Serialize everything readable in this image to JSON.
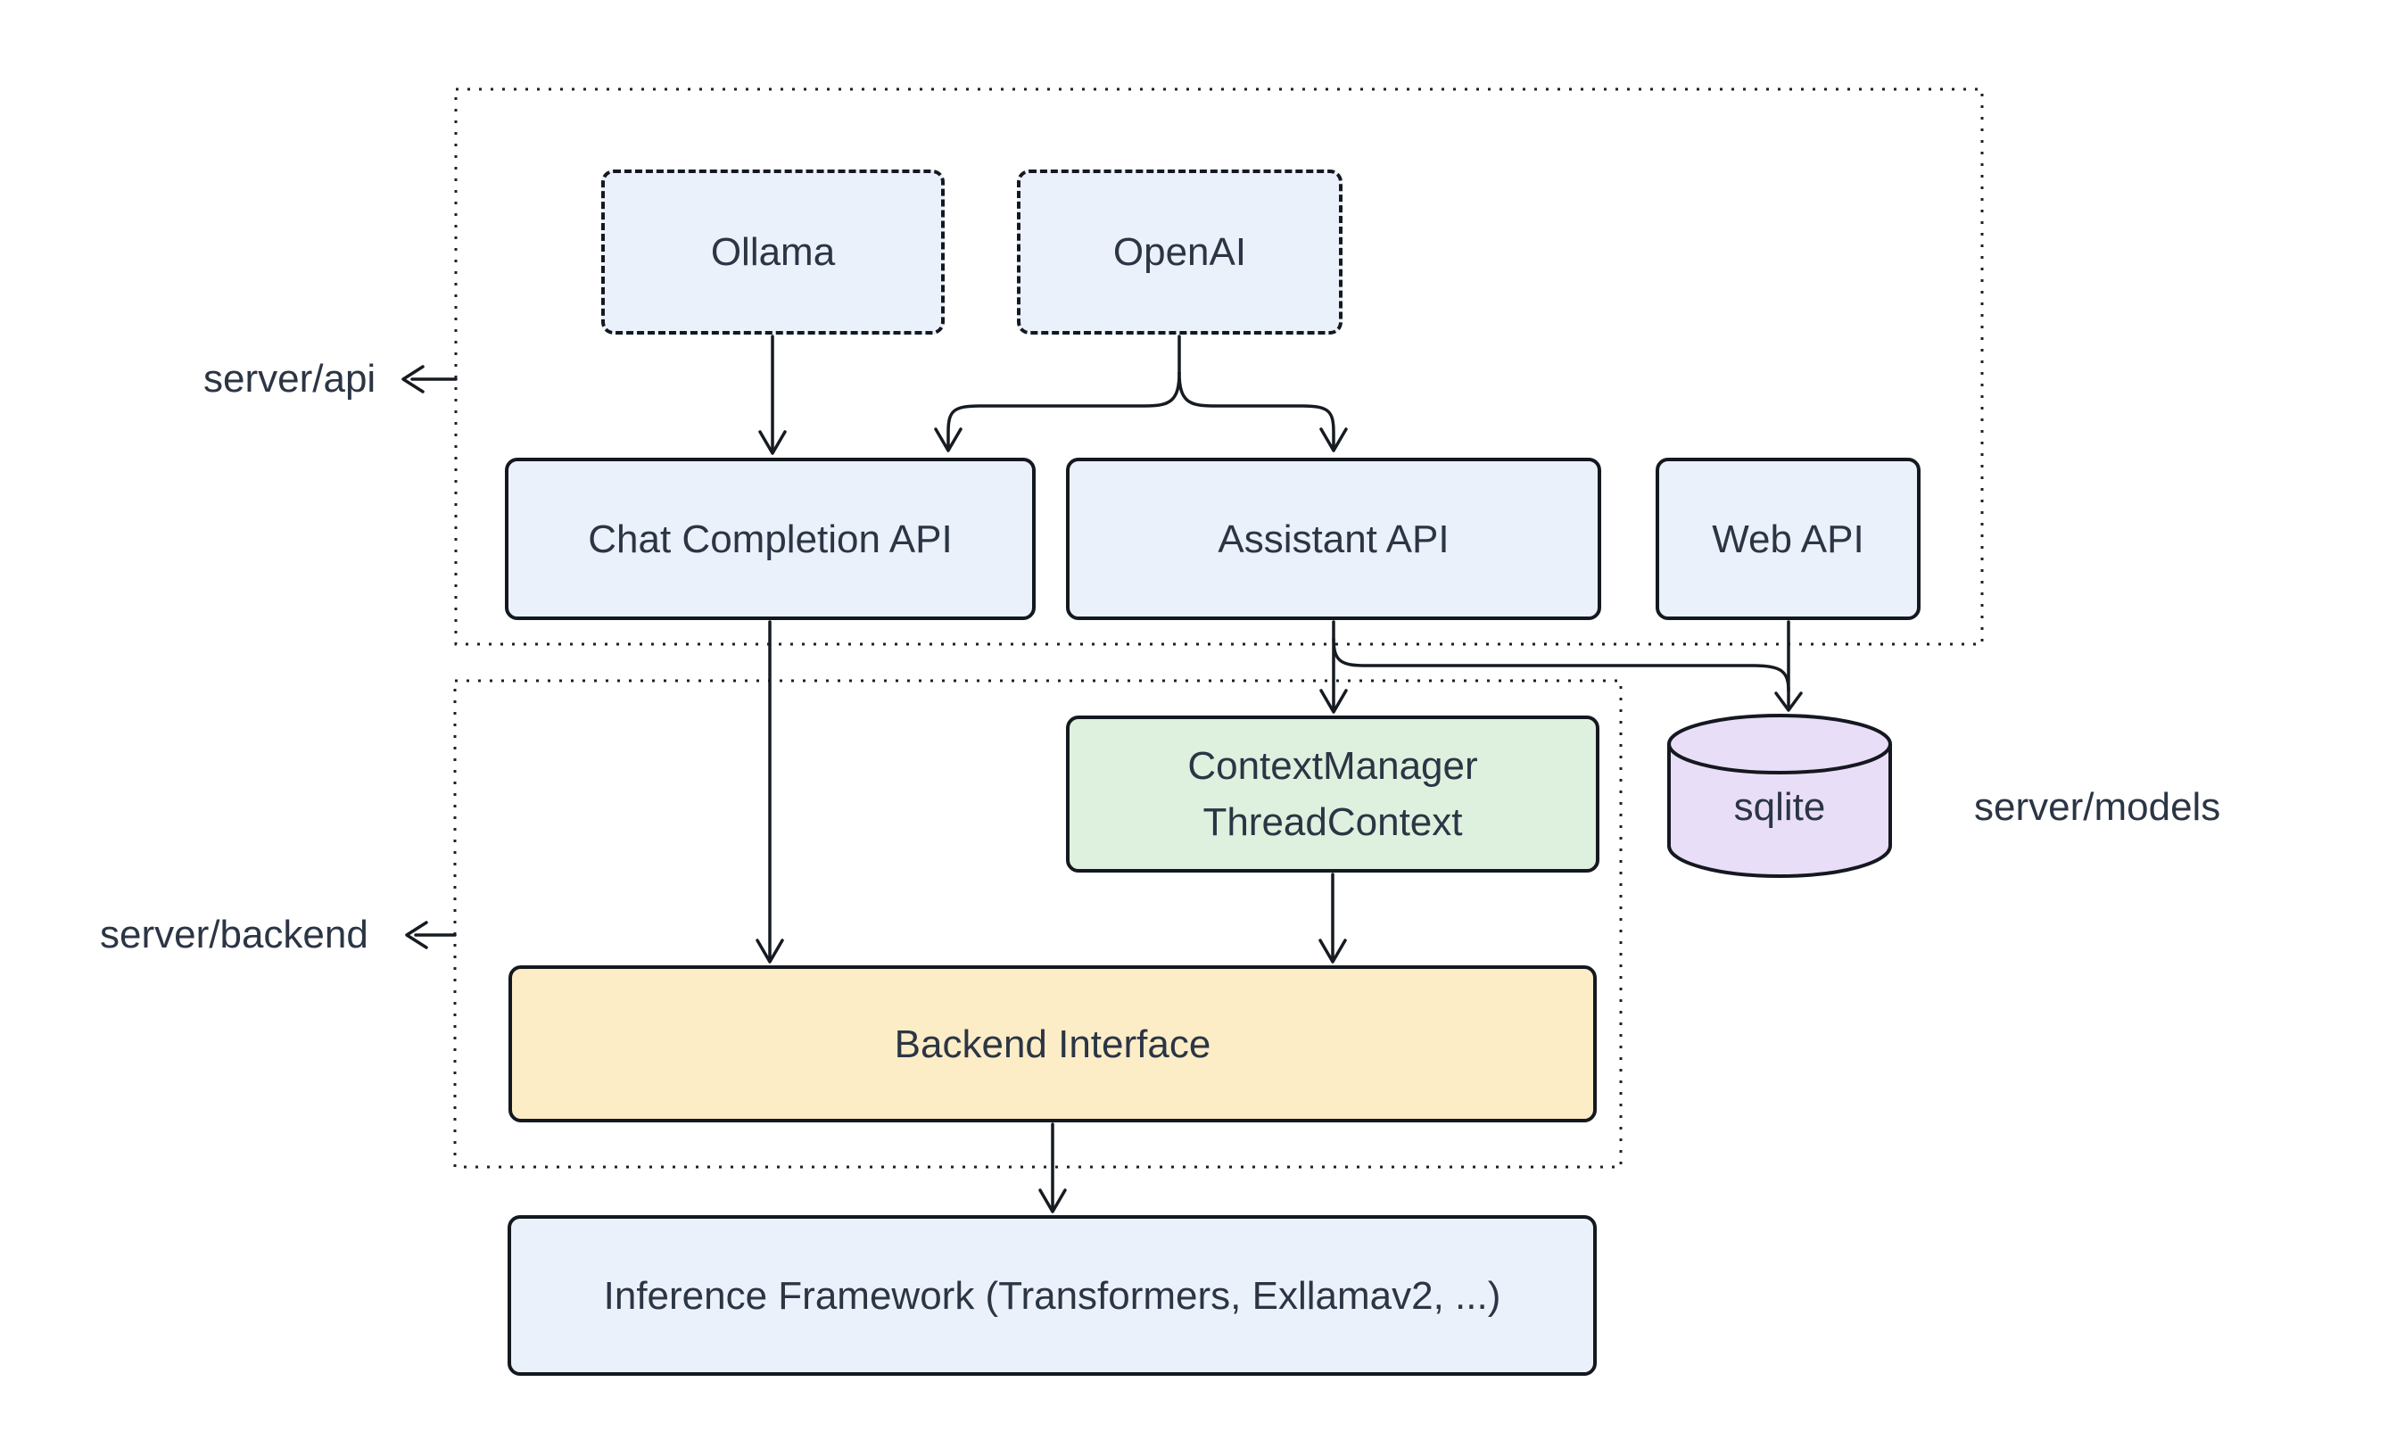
{
  "diagram": {
    "containers": {
      "api": {
        "label": "server/api"
      },
      "backend": {
        "label": "server/backend"
      },
      "models": {
        "label": "server/models"
      }
    },
    "nodes": {
      "ollama": "Ollama",
      "openai": "OpenAI",
      "chat_api": "Chat Completion API",
      "assistant_api": "Assistant API",
      "web_api": "Web API",
      "context_manager_line1": "ContextManager",
      "context_manager_line2": "ThreadContext",
      "sqlite": "sqlite",
      "backend_interface": "Backend Interface",
      "inference": "Inference Framework (Transformers, Exllamav2, ...)"
    },
    "edges": [
      {
        "from": "Ollama",
        "to": "Chat Completion API"
      },
      {
        "from": "OpenAI",
        "to": "Chat Completion API"
      },
      {
        "from": "OpenAI",
        "to": "Assistant API"
      },
      {
        "from": "Chat Completion API",
        "to": "Backend Interface"
      },
      {
        "from": "Assistant API",
        "to": "ContextManager ThreadContext"
      },
      {
        "from": "Assistant API",
        "to": "sqlite"
      },
      {
        "from": "Web API",
        "to": "sqlite"
      },
      {
        "from": "ContextManager ThreadContext",
        "to": "Backend Interface"
      },
      {
        "from": "Backend Interface",
        "to": "Inference Framework (Transformers, Exllamav2, ...)"
      }
    ],
    "colors": {
      "node_blue": "#ebf1fb",
      "node_green": "#def0de",
      "node_yellow": "#fcedc7",
      "node_purple": "#e9def8",
      "stroke": "#161b22",
      "text": "#2b3544"
    }
  }
}
